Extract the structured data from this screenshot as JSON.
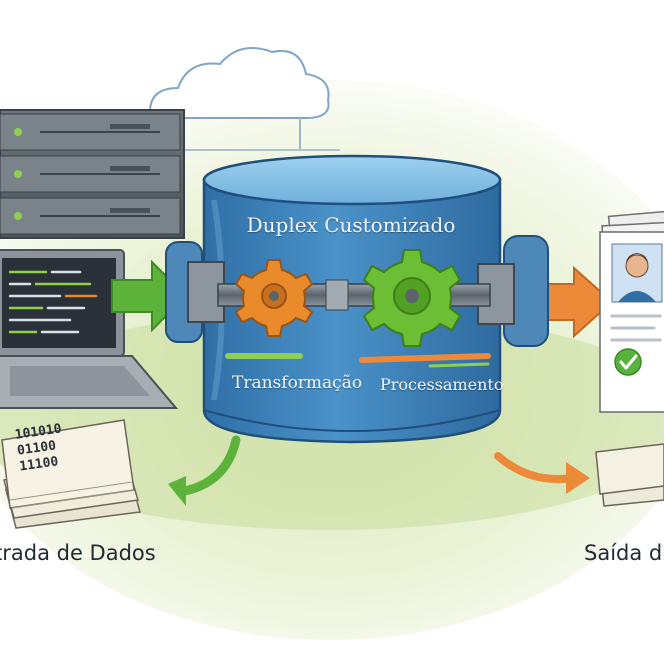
{
  "diagram": {
    "title": "Duplex Customizado",
    "stage_labels": [
      "Transformação",
      "Processamento"
    ],
    "input_label": "trada de Dados",
    "output_label": "Saída d",
    "binary_lines": [
      "101010",
      "01100",
      "11100"
    ]
  },
  "icons": [
    "cloud-icon",
    "server-rack-icon",
    "laptop-icon",
    "gear-icon",
    "document-icon",
    "avatar-icon",
    "checkmark-icon",
    "arrow-icon"
  ],
  "colors": {
    "cylinder_blue": "#3f86c0",
    "gear_orange": "#e98a2b",
    "gear_green": "#6cbf35",
    "arrow_green": "#5db33a",
    "arrow_orange": "#ec8a3a",
    "check_green": "#57b33d"
  }
}
